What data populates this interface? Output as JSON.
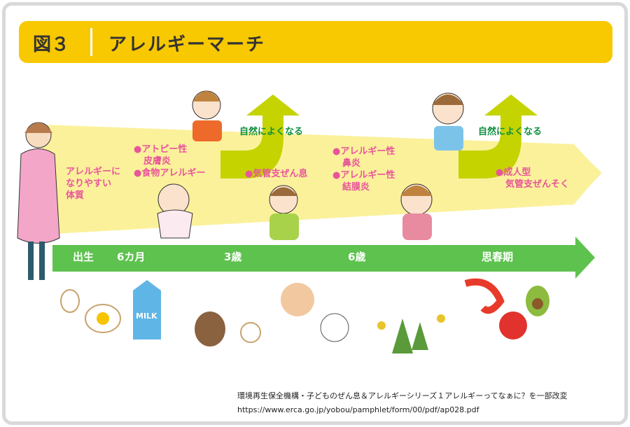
{
  "header": {
    "figure": "図３",
    "title": "アレルギーマーチ"
  },
  "notes": {
    "prone": [
      "アレルギーに",
      "なりやすい",
      "体質"
    ],
    "infant": [
      "●アトピー性",
      "皮膚炎",
      "●食物アレルギー"
    ],
    "age3": [
      "●気管支ぜん息"
    ],
    "age6": [
      "●アレルギー性",
      "鼻炎",
      "●アレルギー性",
      "結膜炎"
    ],
    "adult": [
      "●成人型",
      "気管支ぜんそく"
    ],
    "heal1": "自然によくなる",
    "heal2": "自然によくなる"
  },
  "timeline": [
    "出生",
    "6カ月",
    "3歳",
    "6歳",
    "思春期"
  ],
  "milk_label": "MILK",
  "source": [
    "環境再生保全機構・子どものぜん息＆アレルギーシリーズ１アレルギーってなぁに？を一部改変",
    "https://www.erca.go.jp/yobou/pamphlet/form/00/pdf/ap028.pdf"
  ]
}
